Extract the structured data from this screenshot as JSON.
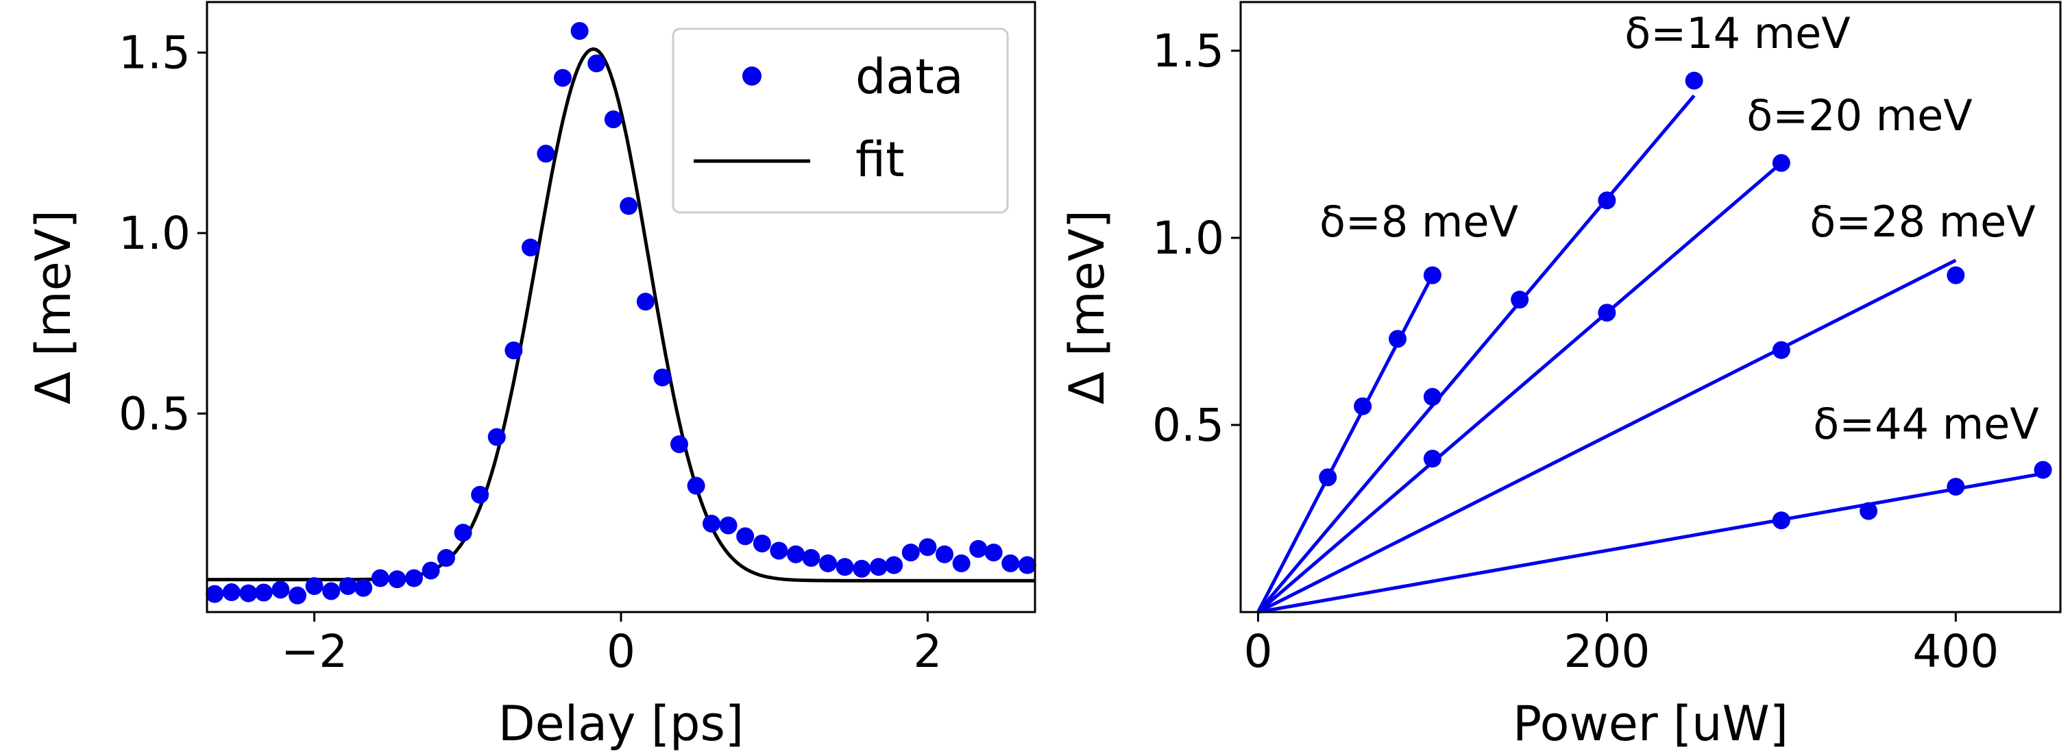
{
  "chart_data": [
    {
      "type": "scatter",
      "xlabel": "Delay [ps]",
      "ylabel": "Δ [meV]",
      "xlim": [
        -2.7,
        2.7
      ],
      "ylim": [
        -0.05,
        1.64
      ],
      "xticks": [
        -2,
        0,
        2
      ],
      "xtick_labels": [
        "−2",
        "0",
        "2"
      ],
      "yticks": [
        0.5,
        1.0,
        1.5
      ],
      "ytick_labels": [
        "0.5",
        "1.0",
        "1.5"
      ],
      "grid": false,
      "legend": {
        "position": "top-right",
        "entries": [
          "data",
          "fit"
        ]
      },
      "series": [
        {
          "name": "data",
          "style": "markers",
          "color": "#0000ee",
          "x": [
            -2.65,
            -2.54,
            -2.43,
            -2.33,
            -2.22,
            -2.11,
            -2.0,
            -1.89,
            -1.78,
            -1.68,
            -1.57,
            -1.46,
            -1.35,
            -1.24,
            -1.14,
            -1.03,
            -0.92,
            -0.81,
            -0.7,
            -0.59,
            -0.49,
            -0.38,
            -0.27,
            -0.16,
            -0.05,
            0.05,
            0.16,
            0.27,
            0.38,
            0.49,
            0.59,
            0.7,
            0.81,
            0.92,
            1.03,
            1.14,
            1.24,
            1.35,
            1.46,
            1.57,
            1.68,
            1.78,
            1.89,
            2.0,
            2.11,
            2.22,
            2.33,
            2.43,
            2.54,
            2.65
          ],
          "y": [
            0.0,
            0.005,
            0.002,
            0.004,
            0.012,
            -0.004,
            0.022,
            0.008,
            0.022,
            0.017,
            0.044,
            0.041,
            0.044,
            0.065,
            0.1,
            0.17,
            0.275,
            0.435,
            0.675,
            0.96,
            1.22,
            1.43,
            1.56,
            1.47,
            1.315,
            1.075,
            0.81,
            0.6,
            0.415,
            0.3,
            0.195,
            0.19,
            0.16,
            0.14,
            0.12,
            0.11,
            0.1,
            0.085,
            0.075,
            0.07,
            0.075,
            0.08,
            0.115,
            0.13,
            0.11,
            0.085,
            0.125,
            0.115,
            0.085,
            0.08
          ]
        },
        {
          "name": "fit",
          "style": "line",
          "color": "#000000",
          "baseline_left": 0.04,
          "baseline_right": 0.037,
          "peak": 1.51,
          "center": -0.18,
          "sigma_left": 0.37,
          "sigma_right": 0.36
        }
      ]
    },
    {
      "type": "scatter",
      "xlabel": "Power [uW]",
      "ylabel": "Δ [meV]",
      "xlim": [
        -10,
        460
      ],
      "ylim": [
        0,
        1.63
      ],
      "xticks": [
        0,
        200,
        400
      ],
      "xtick_labels": [
        "0",
        "200",
        "400"
      ],
      "yticks": [
        0.5,
        1.0,
        1.5
      ],
      "ytick_labels": [
        "0.5",
        "1.0",
        "1.5"
      ],
      "grid": false,
      "series": [
        {
          "label": "δ=8 meV",
          "color": "#0000ee",
          "x": [
            40,
            60,
            80,
            100
          ],
          "y": [
            0.36,
            0.55,
            0.73,
            0.9
          ],
          "fit_end": [
            100,
            0.9
          ]
        },
        {
          "label": "δ=14 meV",
          "color": "#0000ee",
          "x": [
            100,
            150,
            200,
            250
          ],
          "y": [
            0.575,
            0.835,
            1.1,
            1.42
          ],
          "fit_end": [
            250,
            1.38
          ]
        },
        {
          "label": "δ=20 meV",
          "color": "#0000ee",
          "x": [
            100,
            200,
            300
          ],
          "y": [
            0.41,
            0.8,
            1.2
          ],
          "fit_end": [
            300,
            1.2
          ]
        },
        {
          "label": "δ=28 meV",
          "color": "#0000ee",
          "x": [
            300,
            400
          ],
          "y": [
            0.7,
            0.9
          ],
          "fit_end": [
            400,
            0.94
          ]
        },
        {
          "label": "δ=44 meV",
          "color": "#0000ee",
          "x": [
            300,
            350,
            400,
            450
          ],
          "y": [
            0.245,
            0.27,
            0.335,
            0.38
          ],
          "fit_end": [
            450,
            0.37
          ]
        }
      ]
    }
  ]
}
